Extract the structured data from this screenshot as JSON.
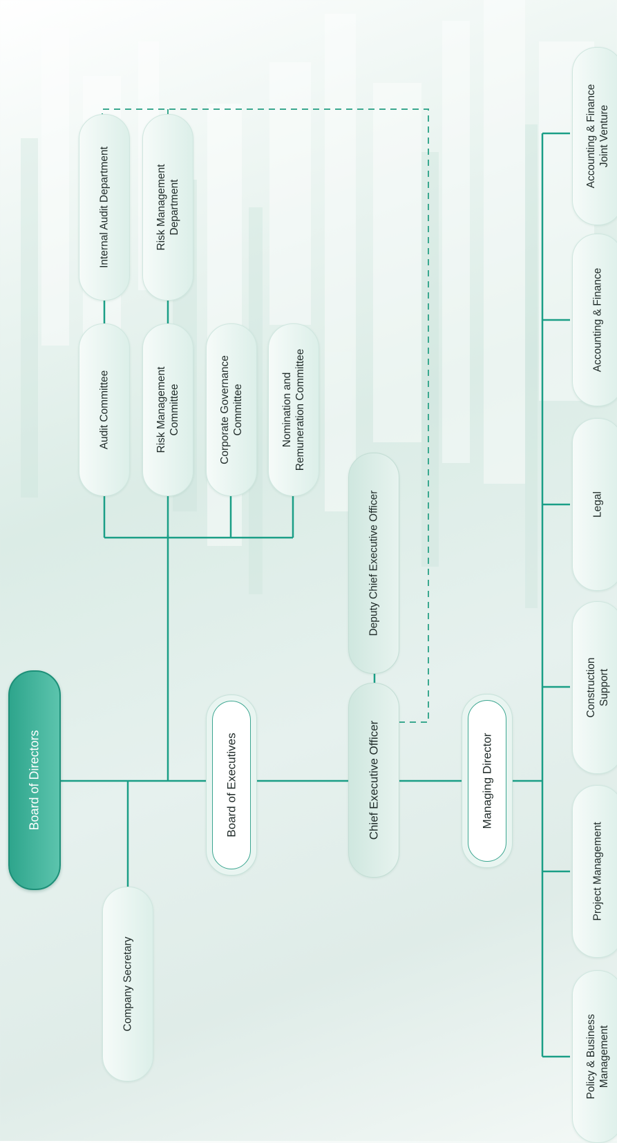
{
  "nodes": {
    "board_of_directors": "Board of Directors",
    "company_secretary": "Company Secretary",
    "board_of_executives": "Board of Executives",
    "chief_executive_officer": "Chief Executive Officer",
    "deputy_ceo": "Deputy Chief Executive Officer",
    "managing_director": "Managing Director",
    "audit_committee": "Audit Committee",
    "risk_management_committee": [
      "Risk Management",
      "Committee"
    ],
    "corporate_governance_committee": [
      "Corporate Governance",
      "Committee"
    ],
    "nomination_remuneration_committee": [
      "Nomination and",
      "Remuneration Committee"
    ],
    "internal_audit_department": "Internal Audit Department",
    "risk_management_department": [
      "Risk Management",
      "Department"
    ],
    "policy_business_management": [
      "Policy & Business",
      "Management"
    ],
    "project_management": "Project Management",
    "construction_support": [
      "Construction",
      "Support"
    ],
    "legal": "Legal",
    "accounting_finance": "Accounting & Finance",
    "accounting_finance_jv": [
      "Accounting & Finance",
      "Joint Venture"
    ]
  },
  "colors": {
    "connector": "#1a9e86",
    "primary_fill": "#2ea58c",
    "node_fill": "#e4f2ee"
  }
}
